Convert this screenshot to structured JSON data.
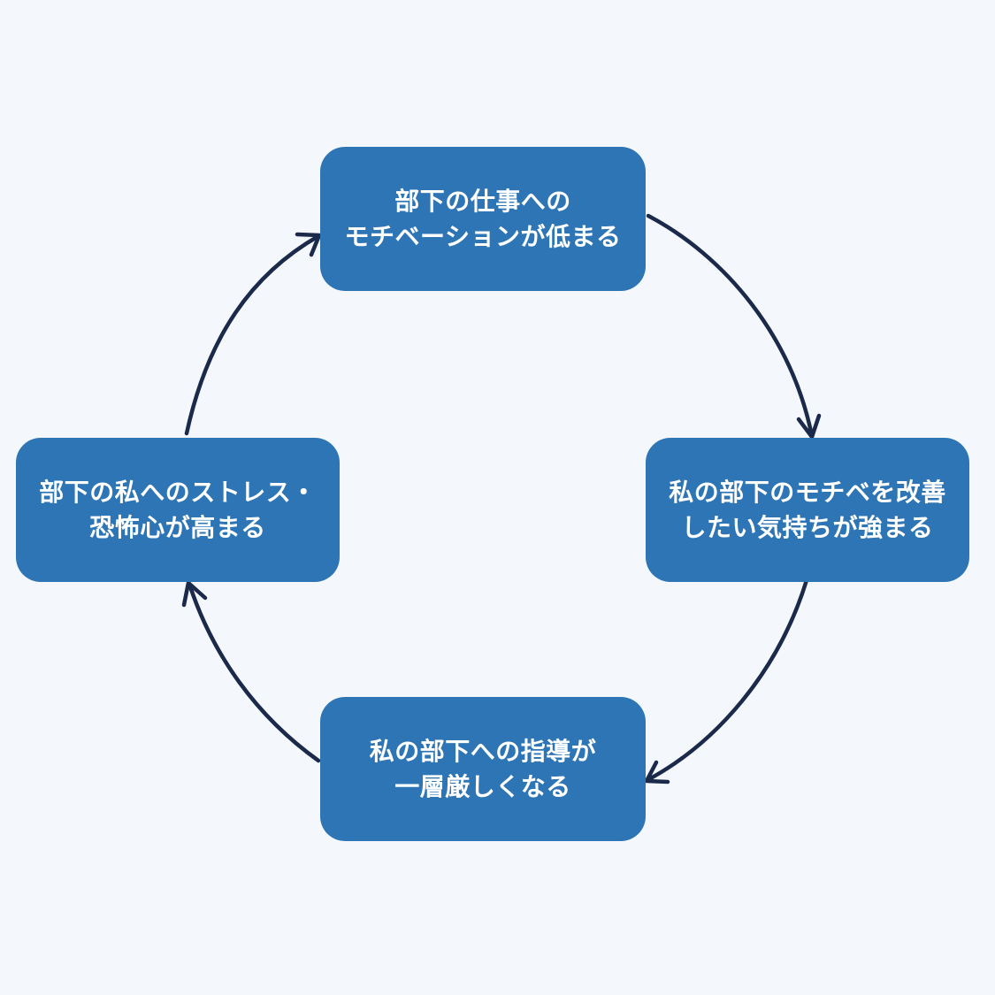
{
  "diagram": {
    "type": "cycle",
    "colors": {
      "background": "#f4f8fc",
      "node_fill": "#2e75b6",
      "node_text": "#ffffff",
      "arrow": "#1b2a4a"
    },
    "nodes": [
      {
        "id": "top",
        "lines": [
          "部下の仕事への",
          "モチベーションが低まる"
        ]
      },
      {
        "id": "right",
        "lines": [
          "私の部下のモチベを改善",
          "したい気持ちが強まる"
        ]
      },
      {
        "id": "bottom",
        "lines": [
          "私の部下への指導が",
          "一層厳しくなる"
        ]
      },
      {
        "id": "left",
        "lines": [
          "部下の私へのストレス・",
          "恐怖心が高まる"
        ]
      }
    ],
    "edges": [
      {
        "from": "top",
        "to": "right"
      },
      {
        "from": "right",
        "to": "bottom"
      },
      {
        "from": "bottom",
        "to": "left"
      },
      {
        "from": "left",
        "to": "top"
      }
    ]
  }
}
